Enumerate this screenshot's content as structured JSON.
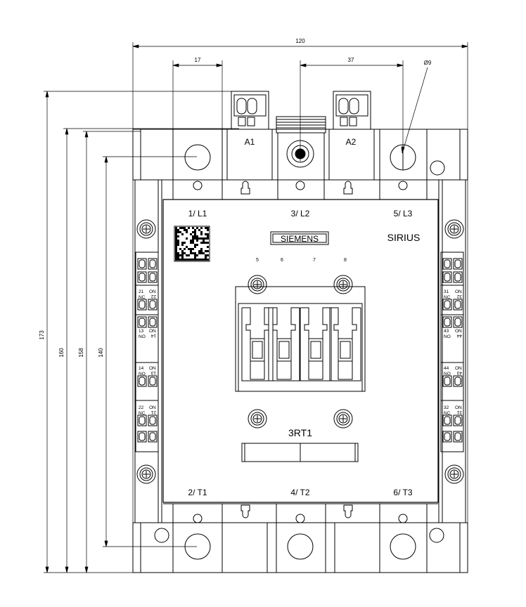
{
  "dimensions": {
    "overall_width": "120",
    "terminal_width": "17",
    "terminal_spacing": "37",
    "hole_diameter": "Ø9",
    "height_1": "173",
    "height_2": "160",
    "height_3": "158",
    "height_4": "140"
  },
  "coil_terminals": {
    "a1": "A1",
    "a2": "A2"
  },
  "line_terminals": [
    "1/ L1",
    "3/ L2",
    "5/ L3"
  ],
  "load_terminals": [
    "2/ T1",
    "4/ T2",
    "6/ T3"
  ],
  "brand": "SIEMENS",
  "series": "SIRIUS",
  "model": "3RT1",
  "aux_numbers": [
    "5",
    "6",
    "7",
    "8"
  ],
  "left_aux": {
    "upper": {
      "num": "21",
      "type": "NC",
      "side": "ON",
      "rot": "22"
    },
    "mid": {
      "num": "13",
      "type": "NO",
      "side": "ON",
      "rot": "14"
    },
    "lower1": {
      "num": "14",
      "type": "NO",
      "side": "ON",
      "rot": "13"
    },
    "lower2": {
      "num": "22",
      "type": "NC",
      "side": "ON",
      "rot": "21"
    }
  },
  "right_aux": {
    "upper": {
      "num": "31",
      "type": "NC",
      "side": "ON",
      "rot": "32"
    },
    "mid": {
      "num": "43",
      "type": "NO",
      "side": "ON",
      "rot": "44"
    },
    "lower1": {
      "num": "44",
      "type": "NO",
      "side": "ON",
      "rot": "43"
    },
    "lower2": {
      "num": "32",
      "type": "NC",
      "side": "ON",
      "rot": "31"
    }
  }
}
